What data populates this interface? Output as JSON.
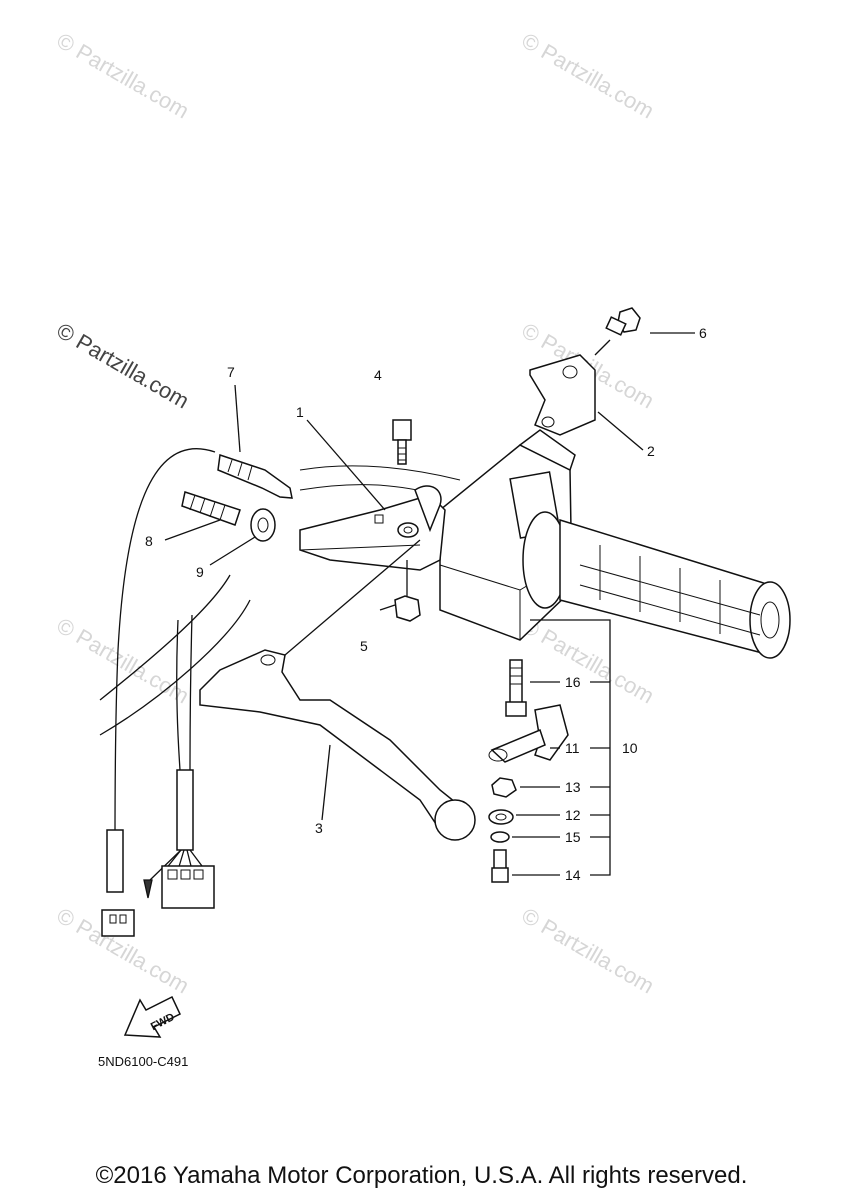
{
  "watermark": "© Partzilla.com",
  "callouts": [
    "1",
    "2",
    "3",
    "4",
    "5",
    "6",
    "7",
    "8",
    "9",
    "10",
    "11",
    "12",
    "13",
    "14",
    "15",
    "16"
  ],
  "fwd_label": "FWD",
  "diagram_code": "5ND6100-C491",
  "copyright": "©2016 Yamaha Motor Corporation, U.S.A. All rights reserved."
}
